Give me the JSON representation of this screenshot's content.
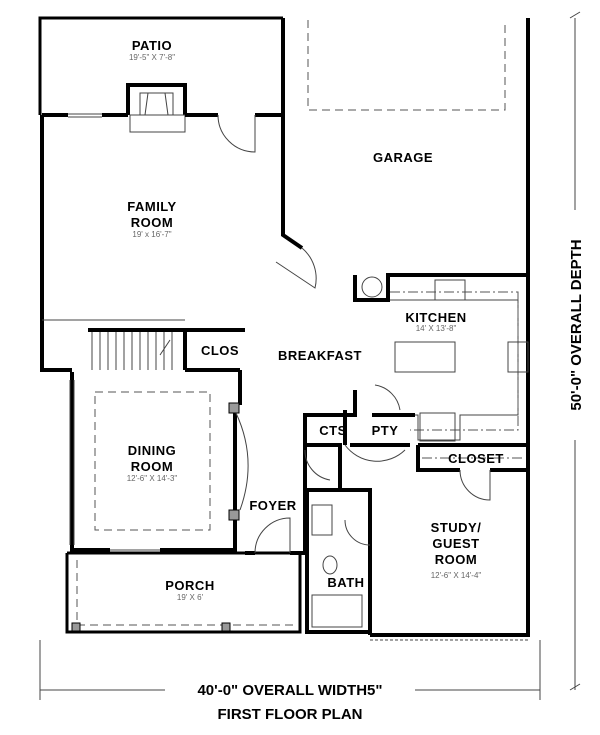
{
  "rooms": {
    "patio": {
      "name": "PATIO",
      "size": "19'-5\" X 7'-8\""
    },
    "garage": {
      "name": "GARAGE"
    },
    "family_room": {
      "name_line1": "FAMILY",
      "name_line2": "ROOM",
      "size": "19' x 16'-7\""
    },
    "kitchen": {
      "name": "KITCHEN",
      "size": "14' X 13'-8\""
    },
    "clos": {
      "name": "CLOS"
    },
    "breakfast": {
      "name": "BREAKFAST"
    },
    "cts": {
      "name": "CTS"
    },
    "pty": {
      "name": "PTY"
    },
    "closet": {
      "name": "CLOSET"
    },
    "dining_room": {
      "name_line1": "DINING",
      "name_line2": "ROOM",
      "size": "12'-6\" X 14'-3\""
    },
    "foyer": {
      "name": "FOYER"
    },
    "study": {
      "name_line1": "STUDY/",
      "name_line2": "GUEST",
      "name_line3": "ROOM",
      "size": "12'-6\" X 14'-4\""
    },
    "bath": {
      "name": "BATH"
    },
    "porch": {
      "name": "PORCH",
      "size": "19' X 6'"
    }
  },
  "dimensions": {
    "width": "40'-0\" OVERALL WIDTH5\"",
    "depth": "50'-0\" OVERALL DEPTH"
  },
  "title": "FIRST FLOOR PLAN"
}
